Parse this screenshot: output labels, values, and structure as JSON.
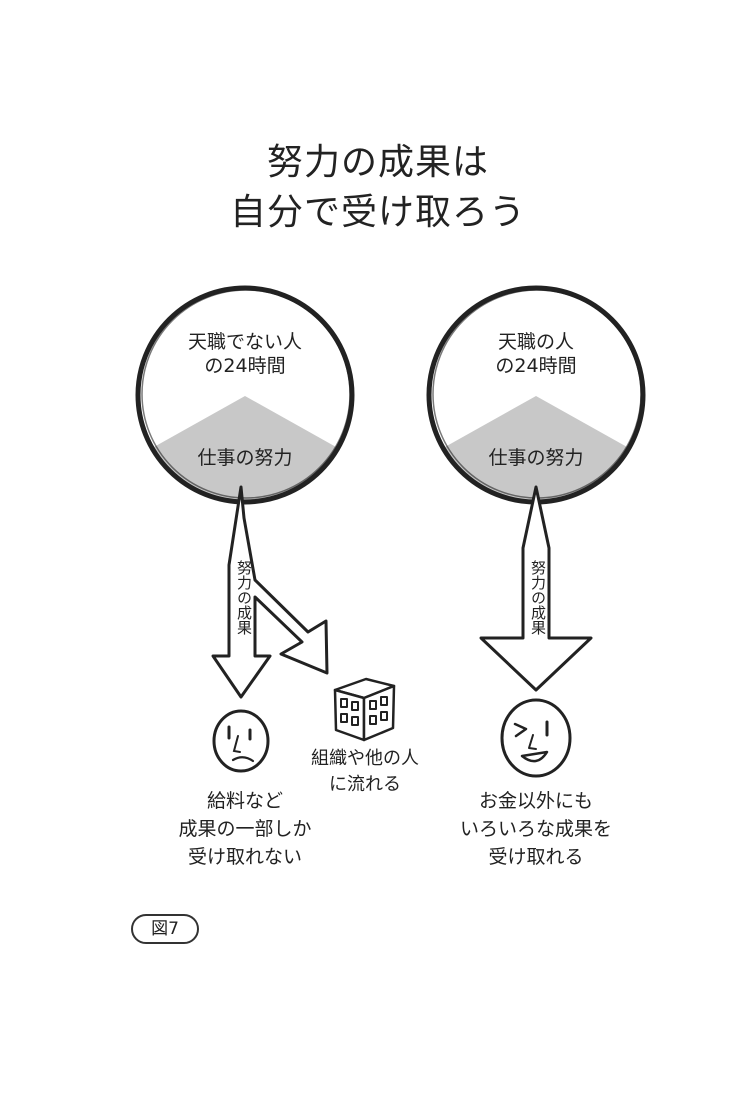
{
  "title": {
    "line1": "努力の成果は",
    "line2": "自分で受け取ろう"
  },
  "left": {
    "circle_label_line1": "天職でない人",
    "circle_label_line2": "の24時間",
    "effort_label": "仕事の努力",
    "arrow_label": "努力の成果",
    "org_label_line1": "組織や他の人",
    "org_label_line2": "に流れる",
    "caption_line1": "給料など",
    "caption_line2": "成果の一部しか",
    "caption_line3": "受け取れない"
  },
  "right": {
    "circle_label_line1": "天職の人",
    "circle_label_line2": "の24時間",
    "effort_label": "仕事の努力",
    "arrow_label": "努力の成果",
    "caption_line1": "お金以外にも",
    "caption_line2": "いろいろな成果を",
    "caption_line3": "受け取れる"
  },
  "figure_label": "図7",
  "colors": {
    "ink": "#222222",
    "effort_fill": "#c8c8c8",
    "paper": "#ffffff"
  }
}
